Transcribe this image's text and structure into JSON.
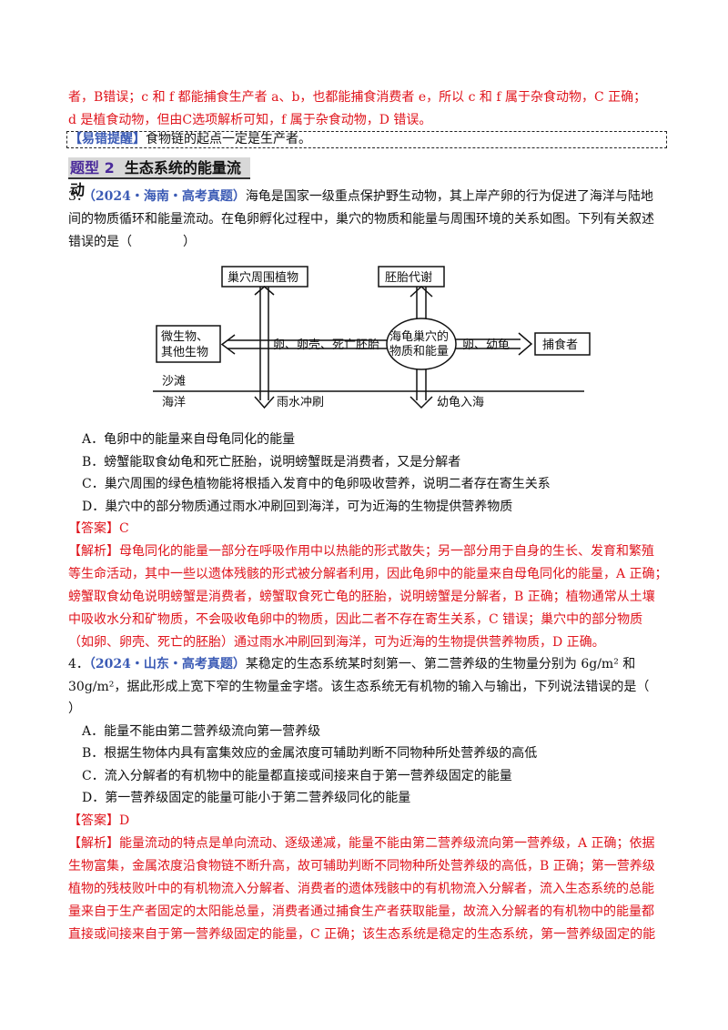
{
  "prev_analysis": {
    "line1": "者，B错误；c 和 f 都能捕食生产者 a、b，也都能捕食消费者 e，所以 c 和 f 属于杂食动物，C 正确；",
    "line2": "d 是植食动物，但由C选项解析可知，f 属于杂食动物，D 错误。"
  },
  "tip": {
    "label": "【易错提醒】",
    "text": "食物链的起点一定是生产者。"
  },
  "section_title": {
    "num": "题型 2",
    "name": "生态系统的能量流动"
  },
  "q3": {
    "num": "3．",
    "source": "（2024・海南・高考真题）",
    "stem1": "海龟是国家一级重点保护野生动物，其上岸产卵的行为促进了海洋与陆地",
    "stem2": "间的物质循环和能量流动。在龟卵孵化过程中，巢穴的物质和能量与周围环境的关系如图。下列有关叙述",
    "stem3": "错误的是（　　　　）",
    "diagram": {
      "plants": "巢穴周围植物",
      "embryo": "胚胎代谢",
      "microbes1": "微生物、",
      "microbes2": "其他生物",
      "eggs": "卵、卵壳、死亡胚胎",
      "nest1": "海龟巢穴的",
      "nest2": "物质和能量",
      "eggs2": "卵、幼龟",
      "predator": "捕食者",
      "beach": "沙滩",
      "ocean": "海洋",
      "rain": "雨水冲刷",
      "sea": "幼龟入海"
    },
    "options": [
      "A．龟卵中的能量来自母龟同化的能量",
      "B．螃蟹能取食幼龟和死亡胚胎，说明螃蟹既是消费者，又是分解者",
      "C．巢穴周围的绿色植物能将根插入发育中的龟卵吸收营养，说明二者存在寄生关系",
      "D．巢穴中的部分物质通过雨水冲刷回到海洋，可为近海的生物提供营养物质"
    ],
    "answer_label": "【答案】",
    "answer": "C",
    "analysis_label": "【解析】",
    "analysis": [
      "母龟同化的能量一部分在呼吸作用中以热能的形式散失；另一部分用于自身的生长、发育和繁殖",
      "等生命活动，其中一些以遗体残骸的形式被分解者利用，因此龟卵中的能量来自母龟同化的能量，A 正确；",
      "螃蟹取食幼龟说明螃蟹是消费者，螃蟹取食死亡龟的胚胎，说明螃蟹是分解者，B 正确；植物通常从土壤",
      "中吸收水分和矿物质，不会吸收龟卵中的物质，因此二者不存在寄生关系，C 错误；巢穴中的部分物质",
      "（如卵、卵壳、死亡的胚胎）通过雨水冲刷回到海洋，可为近海的生物提供营养物质，D 正确。"
    ]
  },
  "q4": {
    "num": "4．",
    "source": "（2024・山东・高考真题）",
    "stem1": "某稳定的生态系统某时刻第一、第二营养级的生物量分别为 6g/m² 和",
    "stem2": "30g/m²，据此形成上宽下窄的生物量金字塔。该生态系统无有机物的输入与输出，下列说法错误的是（",
    "stem3": "）",
    "options": [
      "A．能量不能由第二营养级流向第一营养级",
      "B．根据生物体内具有富集效应的金属浓度可辅助判断不同物种所处营养级的高低",
      "C．流入分解者的有机物中的能量都直接或间接来自于第一营养级固定的能量",
      "D．第一营养级固定的能量可能小于第二营养级同化的能量"
    ],
    "answer_label": "【答案】",
    "answer": "D",
    "analysis_label": "【解析】",
    "analysis": [
      "能量流动的特点是单向流动、逐级递减，能量不能由第二营养级流向第一营养级，A 正确；依据",
      "生物富集，金属浓度沿食物链不断升高，故可辅助判断不同物种所处营养级的高低，B 正确；第一营养级",
      "植物的残枝败叶中的有机物流入分解者、消费者的遗体残骸中的有机物流入分解者，流入生态系统的总能",
      "量来自于生产者固定的太阳能总量，消费者通过捕食生产者获取能量，故流入分解者的有机物中的能量都",
      "直接或间接来自于第一营养级固定的能量，C 正确；该生态系统是稳定的生态系统，第一营养级固定的能"
    ]
  }
}
